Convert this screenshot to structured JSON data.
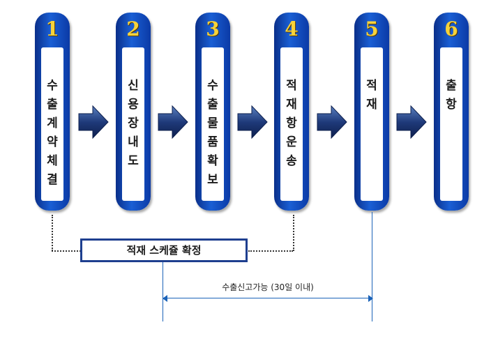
{
  "steps": [
    {
      "number": "1",
      "label": "수\n출\n계\n약\n체\n결"
    },
    {
      "number": "2",
      "label": "신\n용\n장\n내\n도"
    },
    {
      "number": "3",
      "label": "수\n출\n물\n품\n확\n보"
    },
    {
      "number": "4",
      "label": "적\n재\n항\n운\n송"
    },
    {
      "number": "5",
      "label": "적\n재"
    },
    {
      "number": "6",
      "label": "출\n항"
    }
  ],
  "schedule_label": "적재 스케쥴 확정",
  "range_label": "수출신고가능 (30일 이내)",
  "colors": {
    "step_dark": "#0a2f8a",
    "step_light": "#1a5fd4",
    "number_gold": "#f6d23a",
    "arrow": "#1f3a7a",
    "range_line": "#1a62b8"
  },
  "icons": {
    "arrow": "chevron-right-arrow-icon"
  }
}
